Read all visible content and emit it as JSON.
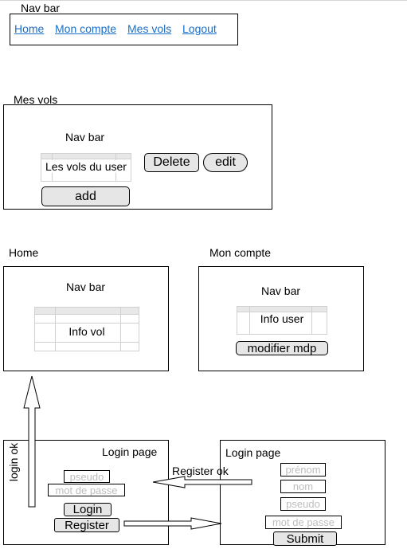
{
  "navbar_mock": {
    "title": "Nav bar",
    "links": [
      "Home",
      "Mon compte",
      "Mes vols",
      "Logout"
    ]
  },
  "mes_vols": {
    "title": "Mes vols",
    "nav": "Nav bar",
    "table_label": "Les vols du user",
    "delete": "Delete",
    "edit": "edit",
    "add": "add"
  },
  "home": {
    "title": "Home",
    "nav": "Nav bar",
    "table_label": "Info vol"
  },
  "mon_compte": {
    "title": "Mon compte",
    "nav": "Nav bar",
    "table_label": "Info user",
    "button": "modifier mdp"
  },
  "login": {
    "title": "Login page",
    "pseudo": "pseudo",
    "password": "mot de passe",
    "login_btn": "Login",
    "register_btn": "Register"
  },
  "register": {
    "title": "Login page",
    "prenom": "prénom",
    "nom": "nom",
    "pseudo": "pseudo",
    "password": "mot de passe",
    "submit": "Submit"
  },
  "arrows": {
    "login_ok": "login ok",
    "register_ok": "Register ok"
  }
}
